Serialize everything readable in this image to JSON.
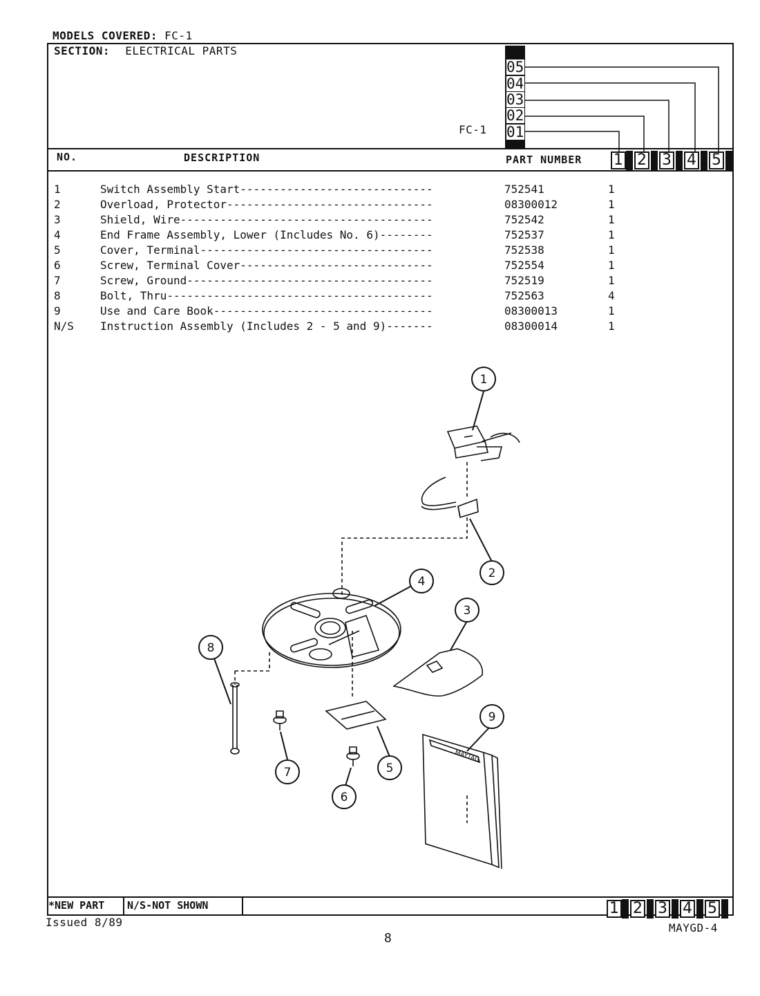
{
  "header": {
    "models_covered_label": "MODELS COVERED:",
    "models_covered_value": "FC-1",
    "section_label": "SECTION:",
    "section_value": "ELECTRICAL PARTS",
    "model_tag": "FC-1",
    "codes": [
      "05",
      "04",
      "03",
      "02",
      "01"
    ]
  },
  "columns": {
    "no": "NO.",
    "description": "DESCRIPTION",
    "part_number": "PART NUMBER",
    "qty_columns": [
      "1",
      "2",
      "3",
      "4",
      "5"
    ]
  },
  "parts": [
    {
      "no": "1",
      "description": "Switch Assembly Start-----------------------------",
      "part_number": "752541",
      "qty": "1"
    },
    {
      "no": "2",
      "description": "Overload, Protector-------------------------------",
      "part_number": "08300012",
      "qty": "1"
    },
    {
      "no": "3",
      "description": "Shield, Wire--------------------------------------",
      "part_number": "752542",
      "qty": "1"
    },
    {
      "no": "4",
      "description": "End Frame Assembly, Lower (Includes No. 6)--------",
      "part_number": "752537",
      "qty": "1"
    },
    {
      "no": "5",
      "description": "Cover, Terminal-----------------------------------",
      "part_number": "752538",
      "qty": "1"
    },
    {
      "no": "6",
      "description": "Screw, Terminal Cover-----------------------------",
      "part_number": "752554",
      "qty": "1"
    },
    {
      "no": "7",
      "description": "Screw, Ground-------------------------------------",
      "part_number": "752519",
      "qty": "1"
    },
    {
      "no": "8",
      "description": "Bolt, Thru----------------------------------------",
      "part_number": "752563",
      "qty": "4"
    },
    {
      "no": "9",
      "description": "Use and Care Book---------------------------------",
      "part_number": "08300013",
      "qty": "1"
    },
    {
      "no": "N/S",
      "description": "Instruction Assembly (Includes 2 - 5 and 9)-------",
      "part_number": "08300014",
      "qty": "1"
    }
  ],
  "diagram": {
    "callouts": [
      "1",
      "2",
      "3",
      "4",
      "5",
      "6",
      "7",
      "8",
      "9"
    ],
    "book_brand": "MAYTAG"
  },
  "footer": {
    "new_part": "*NEW PART",
    "not_shown": "N/S-NOT SHOWN",
    "qty_columns": [
      "1",
      "2",
      "3",
      "4",
      "5"
    ],
    "issued": "Issued 8/89",
    "page": "8",
    "doc_code": "MAYGD-4"
  }
}
